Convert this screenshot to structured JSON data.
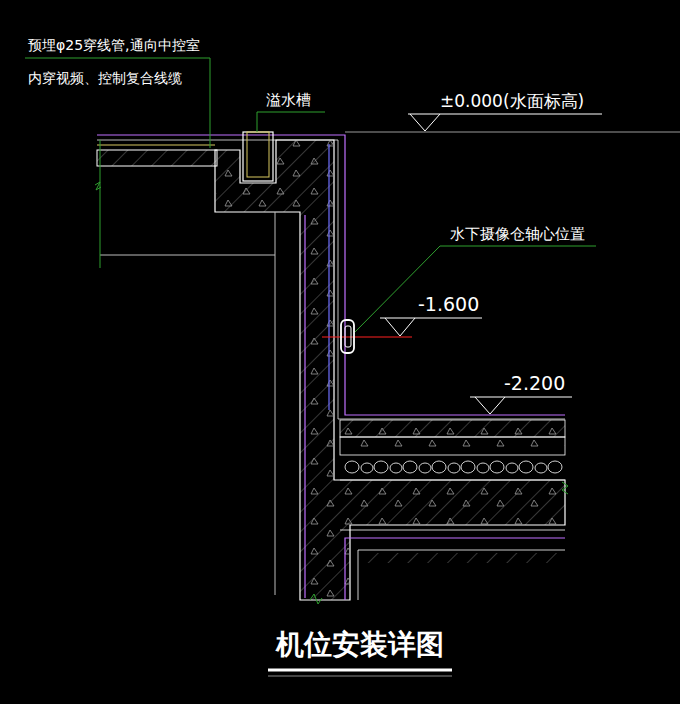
{
  "diagram": {
    "title": "机位安装详图",
    "labels": [
      "预埋φ25穿线管,通向中控室",
      "内穿视频、控制复合线缆",
      "溢水槽",
      "±0.000(水面标高)",
      "水下摄像仓轴心位置",
      "-1.600",
      "-2.200"
    ]
  }
}
